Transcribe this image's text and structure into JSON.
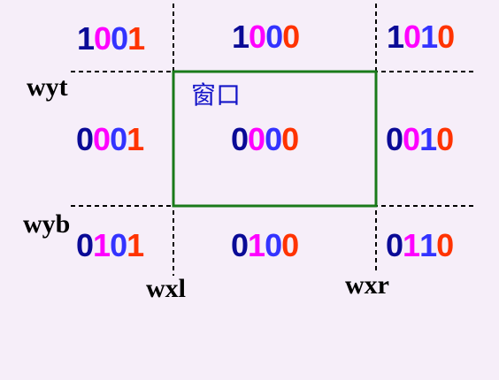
{
  "colors": {
    "background": "#f6eef9",
    "window_border": "#1a7a1a",
    "dashed_lines": "#000000",
    "bit_colors": [
      "#0a0a96",
      "#ff00ff",
      "#3333ff",
      "#ff3300"
    ]
  },
  "window_label": "窗口",
  "boundary_labels": {
    "wyt": "wyt",
    "wyb": "wyb",
    "wxl": "wxl",
    "wxr": "wxr"
  },
  "region_codes": {
    "top_left": "1001",
    "top_center": "1000",
    "top_right": "1010",
    "middle_left": "0001",
    "middle_center": "0000",
    "middle_right": "0010",
    "bottom_left": "0101",
    "bottom_center": "0100",
    "bottom_right": "0110"
  }
}
